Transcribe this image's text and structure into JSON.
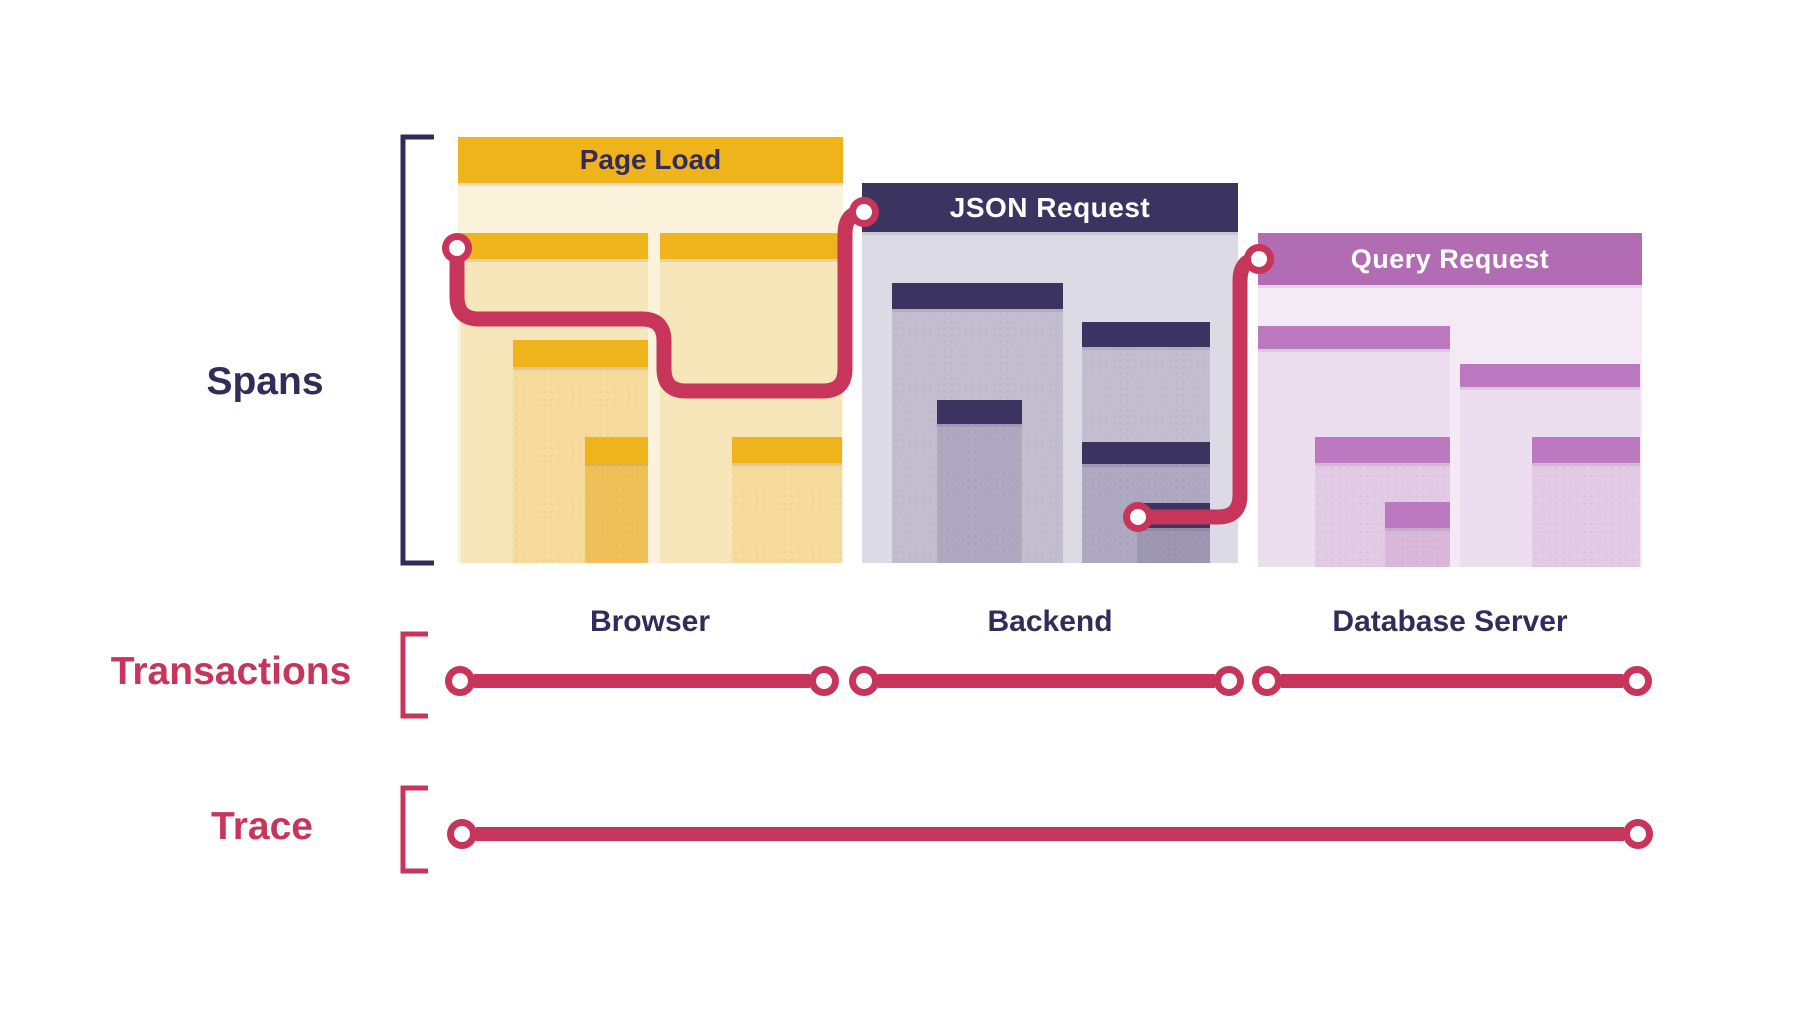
{
  "row_labels": {
    "spans": "Spans",
    "transactions": "Transactions",
    "trace": "Trace"
  },
  "services": [
    {
      "name": "Browser",
      "root_transaction": "Page Load"
    },
    {
      "name": "Backend",
      "root_transaction": "JSON Request"
    },
    {
      "name": "Database Server",
      "root_transaction": "Query Request"
    }
  ],
  "colors": {
    "accent_red": "#C7365A",
    "browser_gold": "#EFB31B",
    "backend_navy": "#3B3461",
    "database_purple": "#B16CB4",
    "label_navy": "#332C5B",
    "background": "#FFFFFF"
  }
}
